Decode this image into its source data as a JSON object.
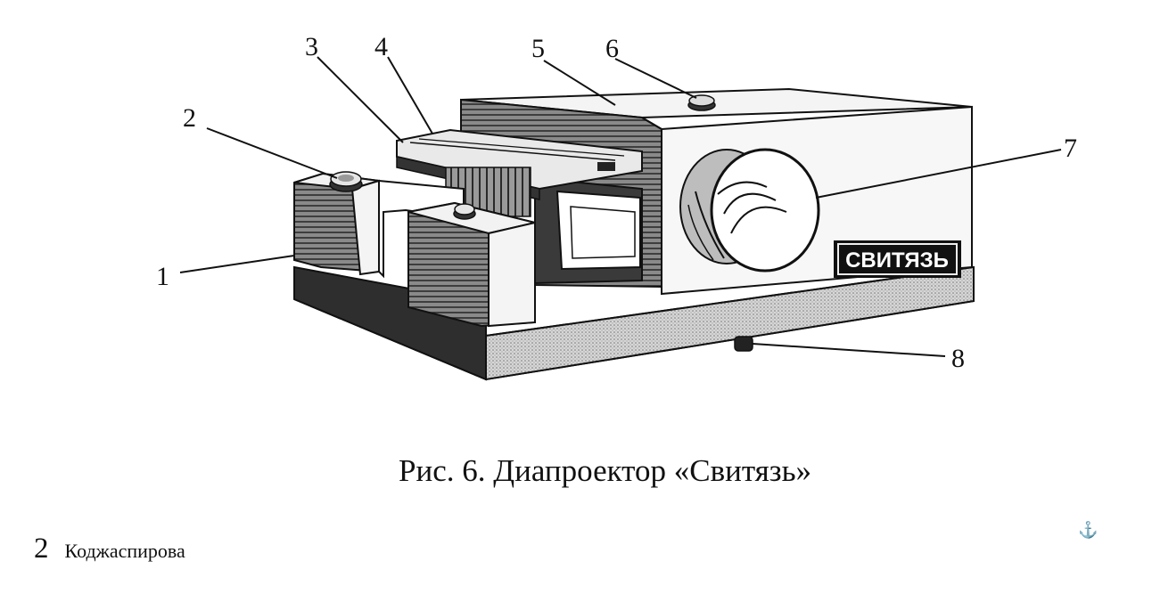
{
  "labels": [
    "1",
    "2",
    "3",
    "4",
    "5",
    "6",
    "7",
    "8"
  ],
  "brand_plate": "СВИТЯЗЬ",
  "caption": "Рис. 6. Диапроектор «Свитязь»",
  "footer": {
    "page_number": "2",
    "author": "Коджаспирова"
  },
  "colors": {
    "ink": "#111111",
    "paper": "#ffffff",
    "shade": "#6b6b6b",
    "base": "#cfcfcf"
  }
}
